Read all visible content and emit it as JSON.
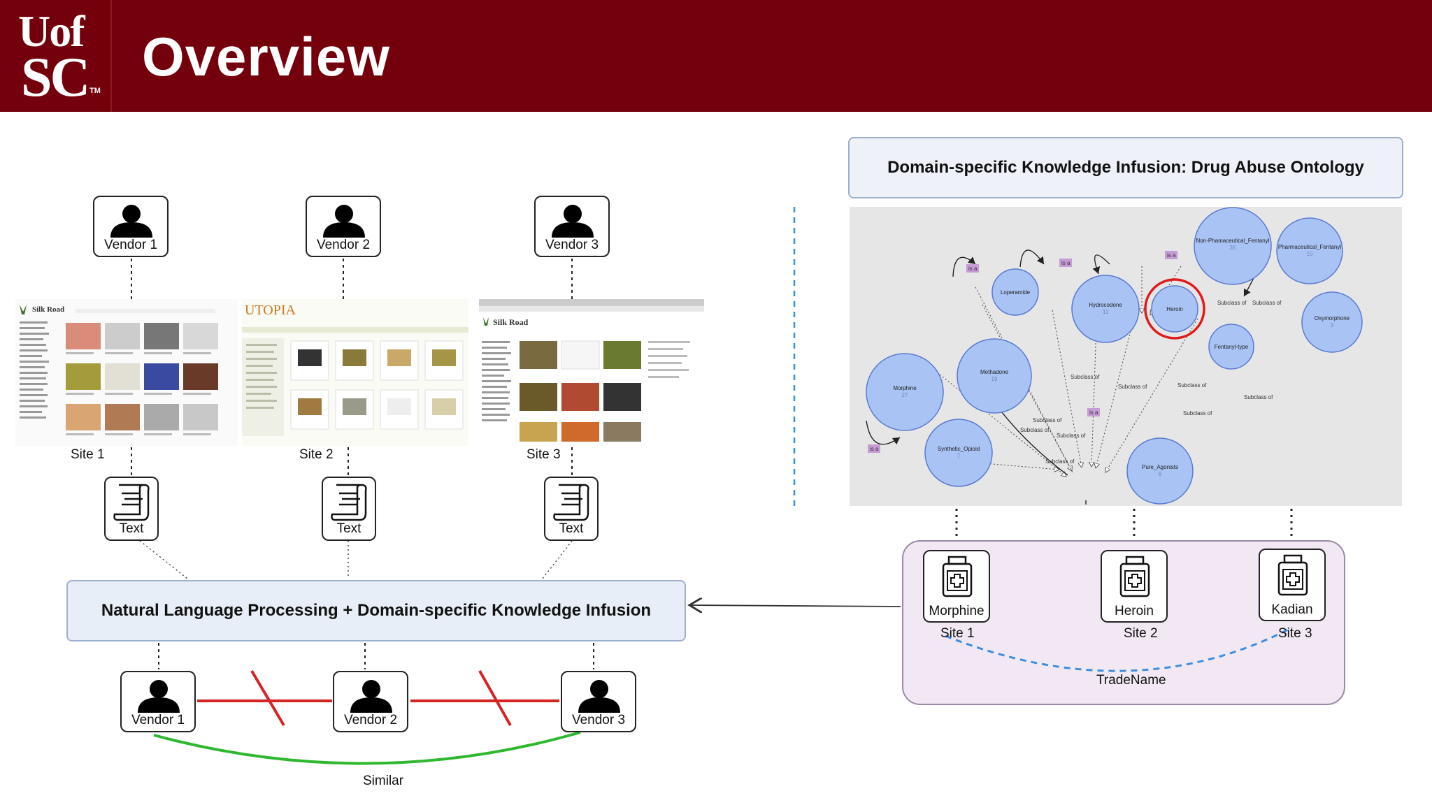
{
  "header": {
    "logo_line1": "Uof",
    "logo_line2": "SC",
    "logo_tm": "TM",
    "title": "Overview"
  },
  "left": {
    "vendors_top": [
      {
        "label": "Vendor 1"
      },
      {
        "label": "Vendor 2"
      },
      {
        "label": "Vendor 3"
      }
    ],
    "sites": [
      {
        "label": "Site 1",
        "screenshot_title": "Silk Road"
      },
      {
        "label": "Site 2",
        "screenshot_title": "UTOPIA"
      },
      {
        "label": "Site 3",
        "screenshot_title": "Silk Road"
      }
    ],
    "text_docs": [
      {
        "label": "Text"
      },
      {
        "label": "Text"
      },
      {
        "label": "Text"
      }
    ],
    "nlp_title": "Natural Language Processing + Domain-specific Knowledge Infusion",
    "vendors_bottom": [
      {
        "label": "Vendor 1"
      },
      {
        "label": "Vendor 2"
      },
      {
        "label": "Vendor 3"
      }
    ],
    "similar_label": "Similar",
    "colors": {
      "not_similar": "#d42424",
      "similar": "#2fb82f"
    }
  },
  "right": {
    "ontology_title": "Domain-specific Knowledge Infusion: Drug Abuse Ontology",
    "graph": {
      "nodes": [
        {
          "label": "Non-Phamaceutical_Fentanyl",
          "count": "35"
        },
        {
          "label": "Pharmaceutical_Fentanyl",
          "count": "10"
        },
        {
          "label": "Loperamide",
          "count": ""
        },
        {
          "label": "Hydrocodone",
          "count": "11"
        },
        {
          "label": "Heroin",
          "count": ""
        },
        {
          "label": "Oxymorphone",
          "count": "3"
        },
        {
          "label": "Fentanyl-type",
          "count": ""
        },
        {
          "label": "Methadone",
          "count": "19"
        },
        {
          "label": "Morphine",
          "count": "27"
        },
        {
          "label": "Synthetic_Opioid",
          "count": "7"
        },
        {
          "label": "Pure_Agonists",
          "count": "6"
        }
      ],
      "edge_labels": {
        "subclass": "Subclass of",
        "is_a": "is a"
      },
      "colors": {
        "node": "#a9c3f5",
        "node_border": "#5a7ad0",
        "highlight": "#e01b1b",
        "tag": "#c69bd6",
        "background": "#e6e6e6"
      }
    },
    "drugs": [
      {
        "label": "Morphine",
        "site": "Site 1"
      },
      {
        "label": "Heroin",
        "site": "Site 2"
      },
      {
        "label": "Kadian",
        "site": "Site 3"
      }
    ],
    "tradename_label": "TradeName",
    "colors": {
      "panel": "#f1e8f3",
      "tradename_curve": "#3d8ee0",
      "divider": "#3d8ee0"
    }
  }
}
